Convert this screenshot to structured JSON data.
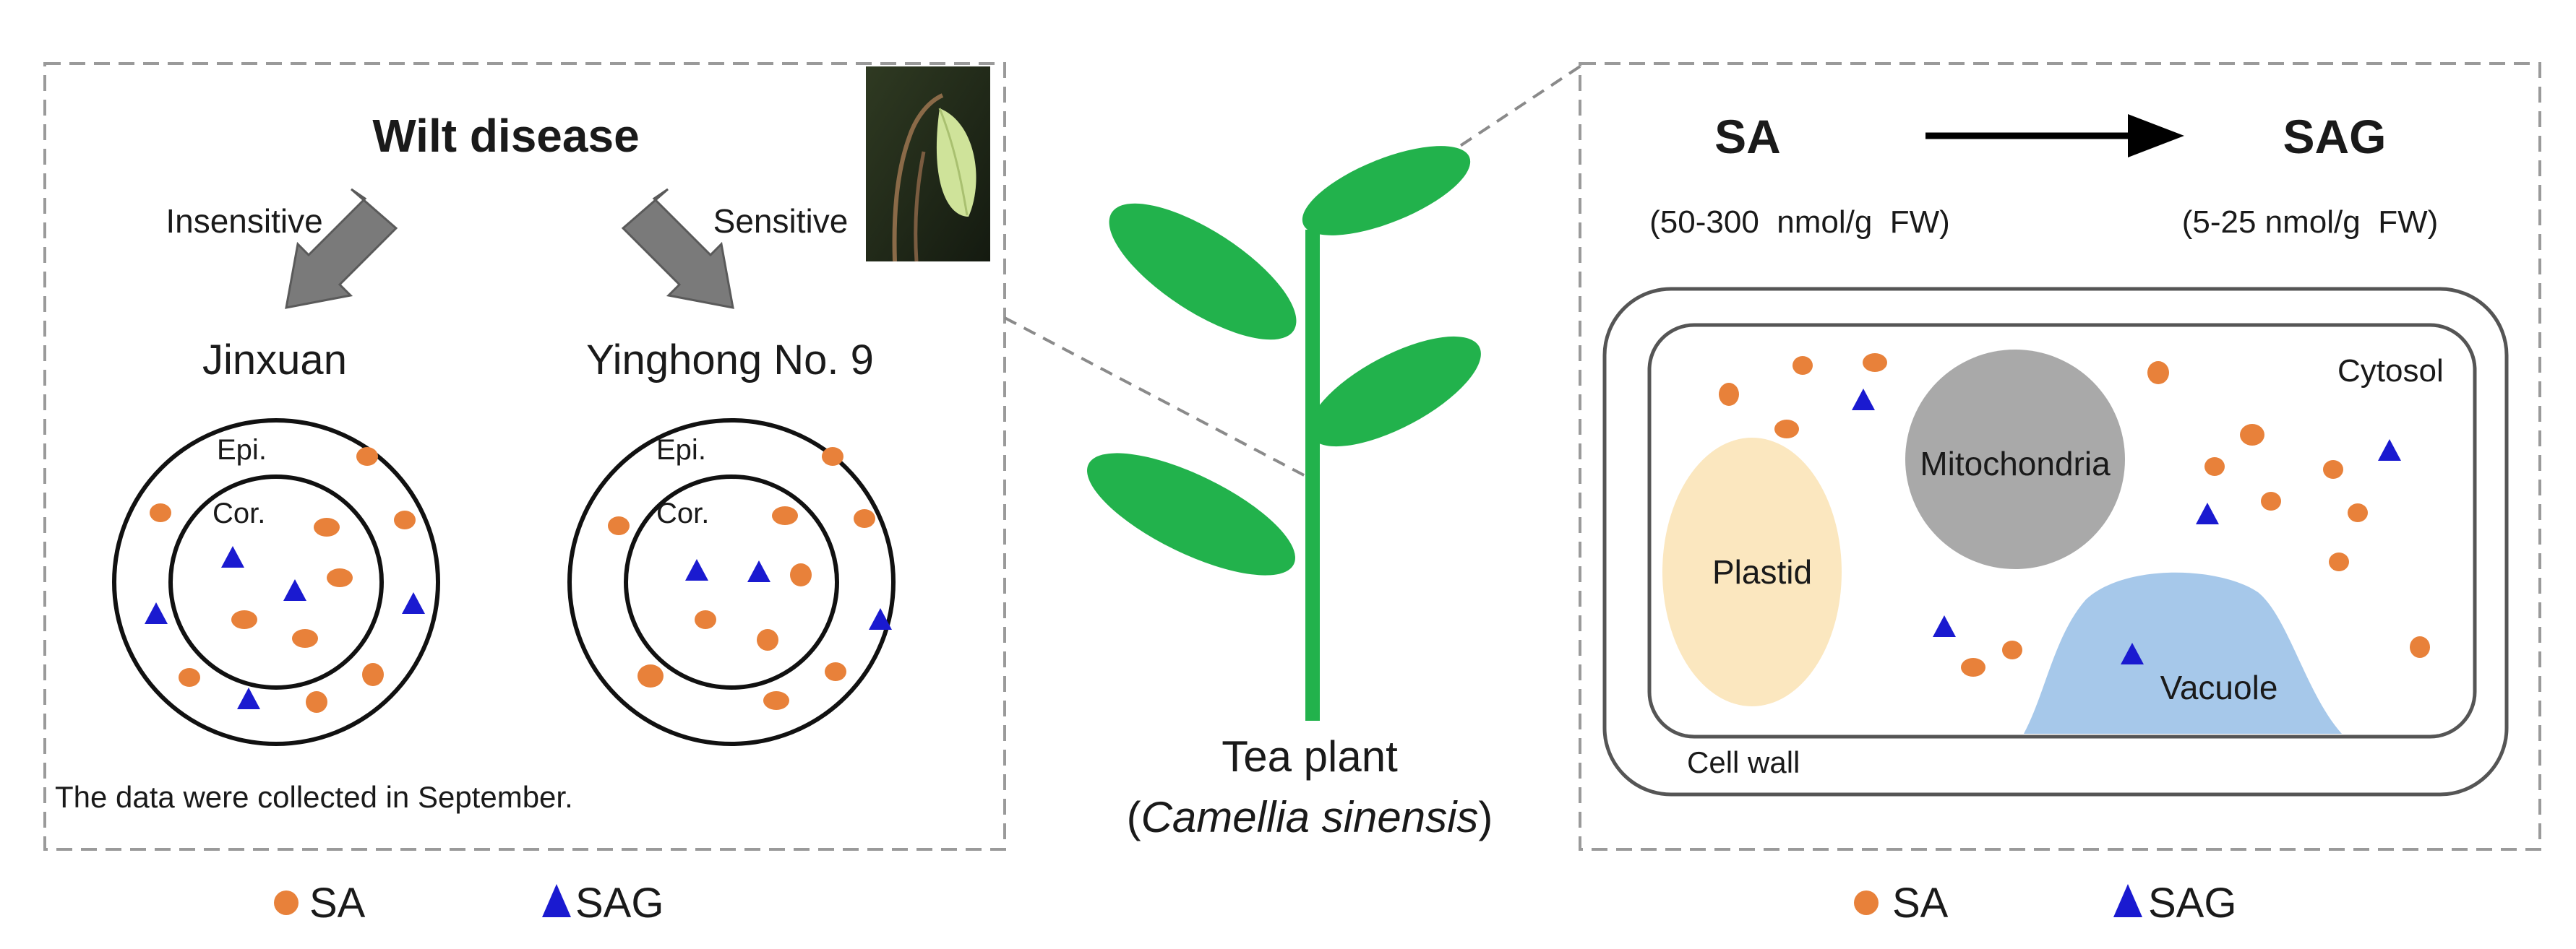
{
  "left_panel": {
    "title": "Wilt disease",
    "insensitive_label": "Insensitive",
    "sensitive_label": "Sensitive",
    "cultivar_1": "Jinxuan",
    "cultivar_2": "Yinghong No. 9",
    "epidermis_label": "Epi.",
    "cortex_label": "Cor.",
    "note": "The data were collected in September.",
    "inset_photo": "wilted-tea-shoot-photo"
  },
  "center": {
    "plant_name": "Tea plant",
    "species_open": "(",
    "species": "Camellia sinensis",
    "species_close": ")"
  },
  "right_panel": {
    "sa_label": "SA",
    "sag_label": "SAG",
    "sa_range": "(50-300  nmol/g  FW)",
    "sag_range": "(5-25 nmol/g  FW)",
    "cytosol": "Cytosol",
    "mitochondria": "Mitochondria",
    "plastid": "Plastid",
    "vacuole": "Vacuole",
    "cell_wall": "Cell wall"
  },
  "legends": [
    {
      "sa": "SA",
      "sag": "SAG"
    },
    {
      "sa": "SA",
      "sag": "SAG"
    }
  ],
  "colors": {
    "sa_dot": "#e8813a",
    "sag_triangle": "#1a1ad0",
    "leaf": "#22b24c",
    "arrow_gray": "#7a7a7a",
    "mitochondria": "#a9a9a9",
    "plastid": "#fbe7bf",
    "vacuole": "#a6c8ea",
    "panel_border": "#9a9a9a"
  }
}
